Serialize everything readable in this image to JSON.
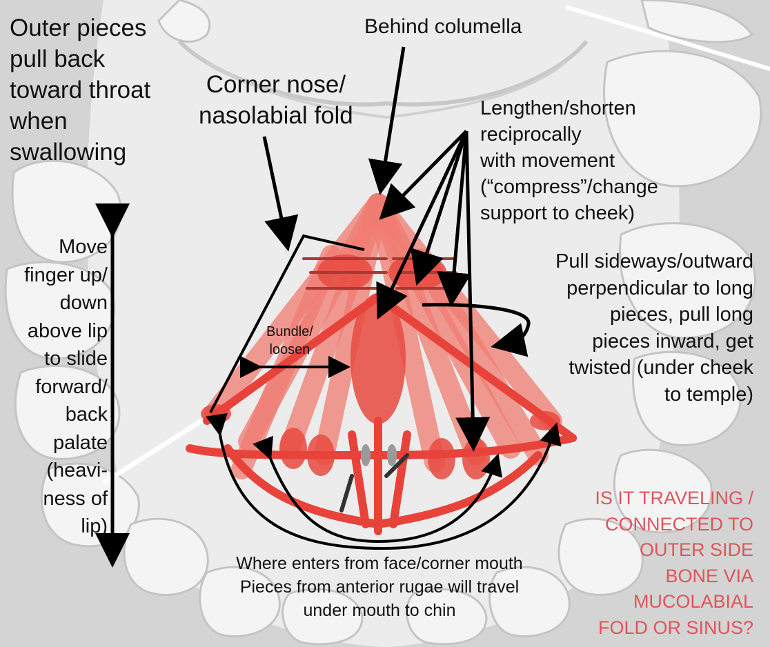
{
  "labels": {
    "outer_pieces": [
      "Outer pieces",
      "pull back",
      "toward throat",
      "when",
      "swallowing"
    ],
    "corner_nose": [
      "Corner nose/",
      "nasolabial fold"
    ],
    "behind_columella": "Behind columella",
    "lengthen": [
      "Lengthen/shorten",
      "reciprocally",
      "with movement",
      "(“compress”/change",
      "support to cheek)"
    ],
    "pull_sideways": [
      "Pull sideways/outward",
      "perpendicular to long",
      "pieces, pull long",
      "pieces inward, get",
      "twisted (under cheek",
      "to temple)"
    ],
    "move_finger": [
      "Move",
      "finger up/",
      "down",
      "above lip",
      "to slide",
      "forward/",
      "back",
      "palate",
      "(heavi-",
      "ness of",
      "lip)"
    ],
    "bundle": [
      "Bundle/",
      "loosen"
    ],
    "where_enters": [
      "Where enters from face/corner mouth",
      "Pieces from anterior rugae will travel",
      "under mouth to chin"
    ],
    "question": [
      "IS IT TRAVELING /",
      "CONNECTED TO",
      "OUTER SIDE",
      "BONE VIA",
      "MUCOLABIAL",
      "FOLD OR SINUS?"
    ]
  },
  "colors": {
    "background": "#dcdcdc",
    "teeth": "#f0f0f0",
    "muscle": "#e8433a",
    "muscle_light": "#f07c72",
    "arrow": "#000000",
    "question_text": "#e0545a"
  }
}
